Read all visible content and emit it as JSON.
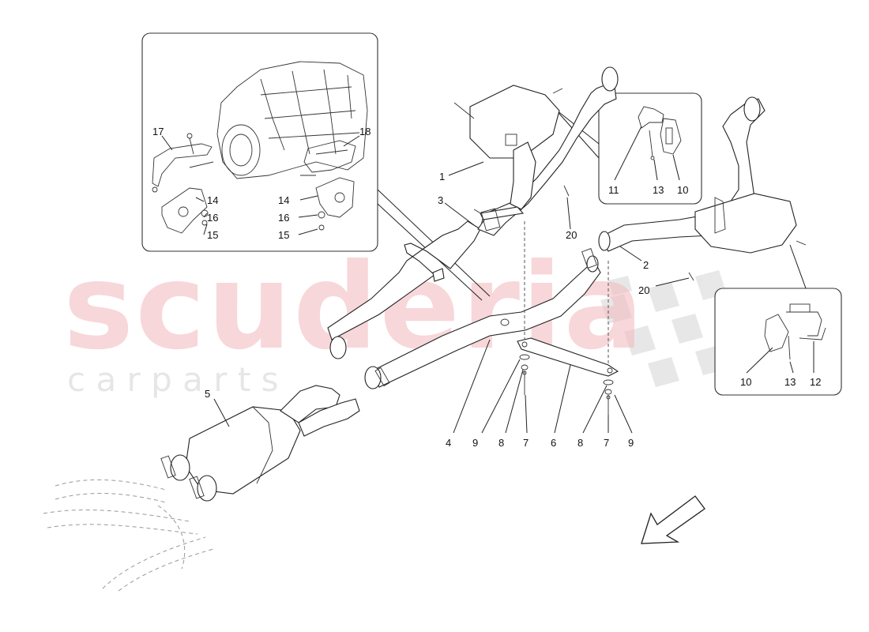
{
  "watermark": {
    "brand": "scuderia",
    "tagline": "c a r   p a r t s"
  },
  "callouts": {
    "n1": "1",
    "n2": "2",
    "n3": "3",
    "n4": "4",
    "n5": "5",
    "n6": "6",
    "n7": "7",
    "n8": "8",
    "n9": "9",
    "n10": "10",
    "n11": "11",
    "n12": "12",
    "n13": "13",
    "n14": "14",
    "n15": "15",
    "n16": "16",
    "n17": "17",
    "n18": "18",
    "n20": "20"
  }
}
